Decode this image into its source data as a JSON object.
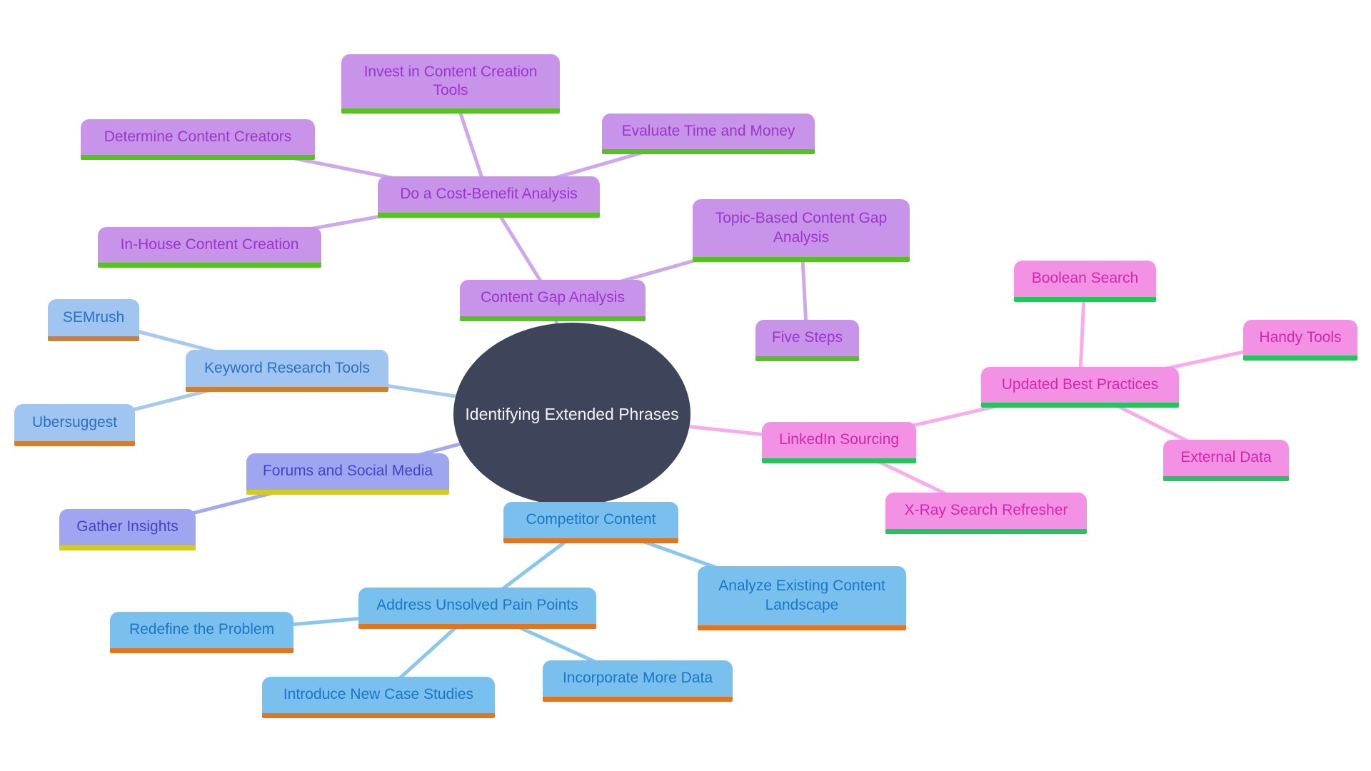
{
  "central_topic": {
    "label": "Identifying Extended Phrases"
  },
  "colors": {
    "central_bg": "#3e455b",
    "central_text": "#f2f4f7",
    "clusters": {
      "content_gap": {
        "bg": "#c794ea",
        "text": "#9b35cb",
        "underline": "#56c21d",
        "line": "#cda9ec"
      },
      "linkedin": {
        "bg": "#f392e4",
        "text": "#d128ab",
        "underline": "#25c45c",
        "line": "#f6aced"
      },
      "keywords": {
        "bg": "#9fc5f0",
        "text": "#2a70c3",
        "underline": "#ce8030",
        "line": "#a6c9ef"
      },
      "forums": {
        "bg": "#9fa5ef",
        "text": "#4841c9",
        "underline": "#d5ca1f",
        "line": "#a3a9f0"
      },
      "competitor": {
        "bg": "#7ac0ee",
        "text": "#1c76c5",
        "underline": "#e2761f",
        "line": "#8ac7ef"
      }
    }
  },
  "nodes": [
    {
      "id": "invest",
      "cluster": "content_gap",
      "label": "Invest in Content Creation Tools"
    },
    {
      "id": "determine",
      "cluster": "content_gap",
      "label": "Determine Content Creators"
    },
    {
      "id": "evaluate",
      "cluster": "content_gap",
      "label": "Evaluate Time and Money"
    },
    {
      "id": "cost_benefit",
      "cluster": "content_gap",
      "label": "Do a Cost-Benefit Analysis"
    },
    {
      "id": "in_house",
      "cluster": "content_gap",
      "label": "In-House Content Creation"
    },
    {
      "id": "topic_based",
      "cluster": "content_gap",
      "label": "Topic-Based Content Gap Analysis"
    },
    {
      "id": "content_gap",
      "cluster": "content_gap",
      "label": "Content Gap Analysis"
    },
    {
      "id": "five_steps",
      "cluster": "content_gap",
      "label": "Five Steps"
    },
    {
      "id": "boolean",
      "cluster": "linkedin",
      "label": "Boolean Search"
    },
    {
      "id": "handy",
      "cluster": "linkedin",
      "label": "Handy Tools"
    },
    {
      "id": "updated_best",
      "cluster": "linkedin",
      "label": "Updated Best Practices"
    },
    {
      "id": "external",
      "cluster": "linkedin",
      "label": "External Data"
    },
    {
      "id": "linkedin",
      "cluster": "linkedin",
      "label": "LinkedIn Sourcing"
    },
    {
      "id": "xray",
      "cluster": "linkedin",
      "label": "X-Ray Search Refresher"
    },
    {
      "id": "semrush",
      "cluster": "keywords",
      "label": "SEMrush"
    },
    {
      "id": "keyword_tools",
      "cluster": "keywords",
      "label": "Keyword Research Tools"
    },
    {
      "id": "ubersuggest",
      "cluster": "keywords",
      "label": "Ubersuggest"
    },
    {
      "id": "forums",
      "cluster": "forums",
      "label": "Forums and Social Media"
    },
    {
      "id": "gather",
      "cluster": "forums",
      "label": "Gather Insights"
    },
    {
      "id": "competitor",
      "cluster": "competitor",
      "label": "Competitor Content"
    },
    {
      "id": "analyze",
      "cluster": "competitor",
      "label": "Analyze Existing Content Landscape"
    },
    {
      "id": "address",
      "cluster": "competitor",
      "label": "Address Unsolved Pain Points"
    },
    {
      "id": "redefine",
      "cluster": "competitor",
      "label": "Redefine the Problem"
    },
    {
      "id": "introduce",
      "cluster": "competitor",
      "label": "Introduce New Case Studies"
    },
    {
      "id": "incorporate",
      "cluster": "competitor",
      "label": "Incorporate More Data"
    }
  ],
  "edges": [
    {
      "from": "central",
      "to": "content_gap"
    },
    {
      "from": "content_gap",
      "to": "cost_benefit"
    },
    {
      "from": "content_gap",
      "to": "topic_based"
    },
    {
      "from": "topic_based",
      "to": "five_steps"
    },
    {
      "from": "cost_benefit",
      "to": "invest"
    },
    {
      "from": "cost_benefit",
      "to": "determine"
    },
    {
      "from": "cost_benefit",
      "to": "evaluate"
    },
    {
      "from": "cost_benefit",
      "to": "in_house"
    },
    {
      "from": "central",
      "to": "keyword_tools"
    },
    {
      "from": "keyword_tools",
      "to": "semrush"
    },
    {
      "from": "keyword_tools",
      "to": "ubersuggest"
    },
    {
      "from": "central",
      "to": "forums"
    },
    {
      "from": "forums",
      "to": "gather"
    },
    {
      "from": "central",
      "to": "linkedin"
    },
    {
      "from": "linkedin",
      "to": "updated_best"
    },
    {
      "from": "linkedin",
      "to": "xray"
    },
    {
      "from": "updated_best",
      "to": "boolean"
    },
    {
      "from": "updated_best",
      "to": "handy"
    },
    {
      "from": "updated_best",
      "to": "external"
    },
    {
      "from": "central",
      "to": "competitor"
    },
    {
      "from": "competitor",
      "to": "address"
    },
    {
      "from": "competitor",
      "to": "analyze"
    },
    {
      "from": "address",
      "to": "redefine"
    },
    {
      "from": "address",
      "to": "introduce"
    },
    {
      "from": "address",
      "to": "incorporate"
    }
  ]
}
